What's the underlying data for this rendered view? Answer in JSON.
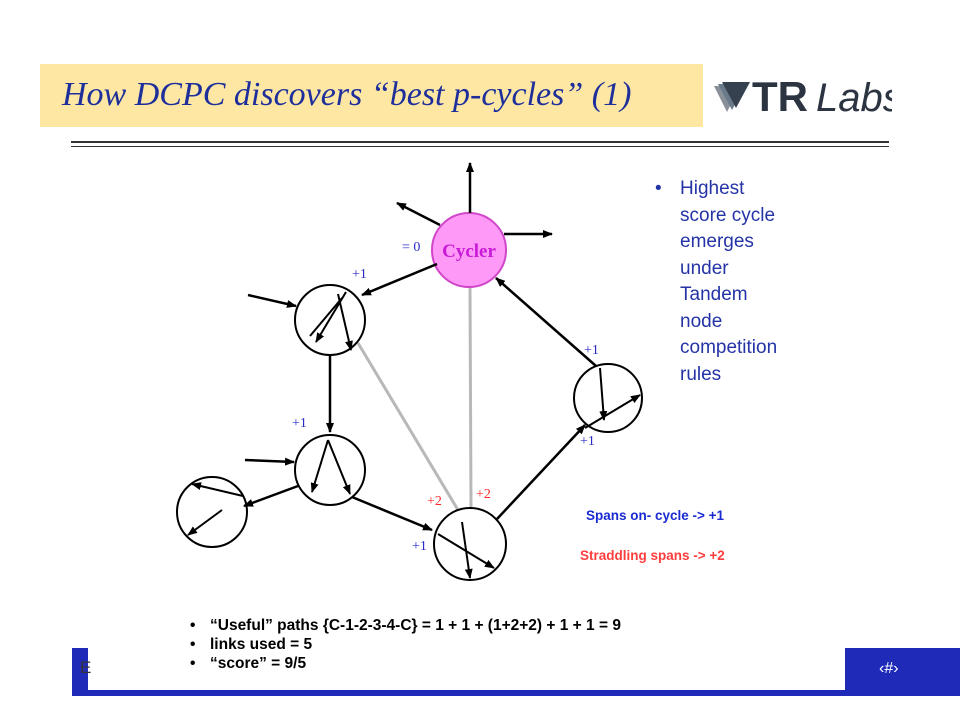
{
  "slide": {
    "title": "How DCPC discovers “best p-cycles” (1)",
    "footer_left": "E",
    "page_number": "‹#›"
  },
  "logo": {
    "tr": "TR",
    "labs": "Labs"
  },
  "bullets": [
    {
      "lines": [
        "Highest",
        "score cycle",
        "emerges",
        "under",
        "Tandem",
        "node",
        "competition",
        "rules"
      ]
    }
  ],
  "diagram": {
    "cycler_label": "Cycler",
    "node_labels": [
      {
        "id": "cycler-zero",
        "text": "= 0"
      },
      {
        "id": "node1-plus1",
        "text": "+1"
      },
      {
        "id": "node2-plus1",
        "text": "+1"
      },
      {
        "id": "node3-plus1",
        "text": "+1"
      },
      {
        "id": "node3-plus2-left",
        "text": "+2"
      },
      {
        "id": "node3-plus2-right",
        "text": "+2"
      },
      {
        "id": "node4-plus1-lower",
        "text": "+1"
      },
      {
        "id": "node4-plus1-upper",
        "text": "+1"
      }
    ],
    "legend_on_cycle": "Spans on- cycle -> +1",
    "legend_straddling": "Straddling spans -> +2",
    "colors": {
      "cycler_fill": "#ff99f7",
      "cycler_text": "#c81ad7",
      "label_blue": "#2b2bc8",
      "label_red": "#ff2a2a",
      "straddling": "#b8b8b8"
    }
  },
  "bottom_list": [
    "“Useful” paths {C-1-2-3-4-C} = 1 + 1 + (1+2+2) + 1 + 1 = 9",
    "links used = 5",
    "“score” = 9/5"
  ]
}
